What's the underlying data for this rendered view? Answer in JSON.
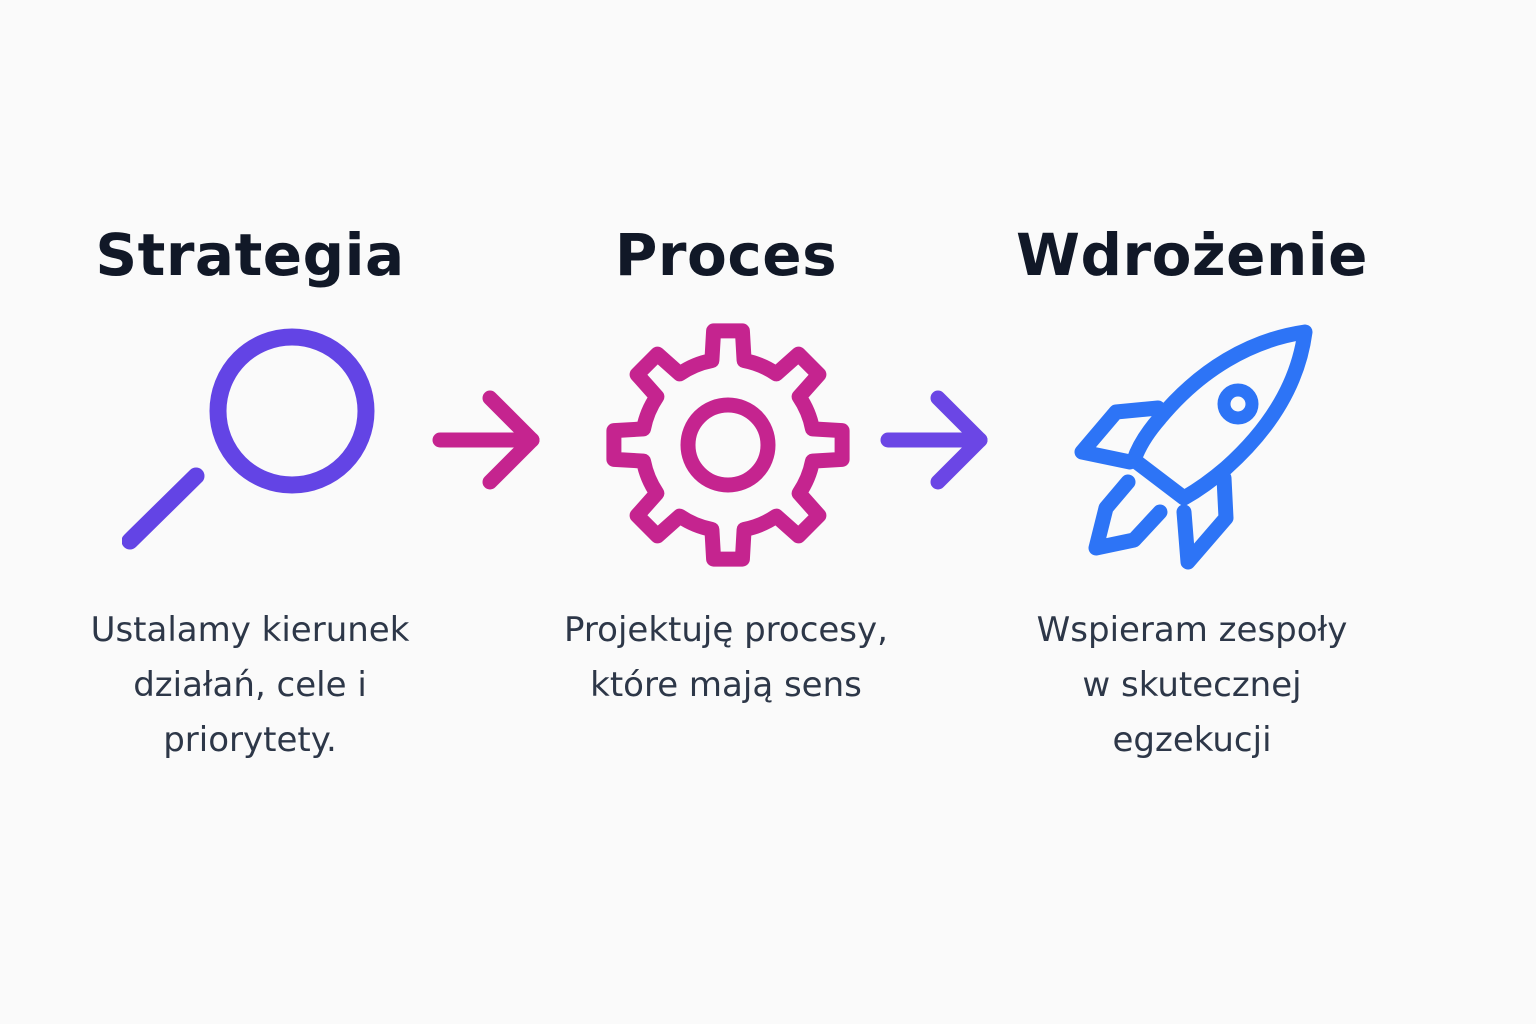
{
  "steps": [
    {
      "title": "Strategia",
      "icon": "magnifier-icon",
      "color": "#6344e5",
      "description": "Ustalamy kierunek\ndziałań, cele i\npriorytety."
    },
    {
      "title": "Proces",
      "icon": "gear-icon",
      "color": "#c5248f",
      "description": "Projektuję procesy,\nktóre mają sens"
    },
    {
      "title": "Wdrożenie",
      "icon": "rocket-icon",
      "color": "#2d74f6",
      "description": "Wspieram zespoły\nw skutecznej\negzekucji"
    }
  ],
  "arrows": [
    {
      "icon": "arrow-right-icon",
      "color": "#c5248f"
    },
    {
      "icon": "arrow-right-icon",
      "color": "#6b46e5"
    }
  ]
}
